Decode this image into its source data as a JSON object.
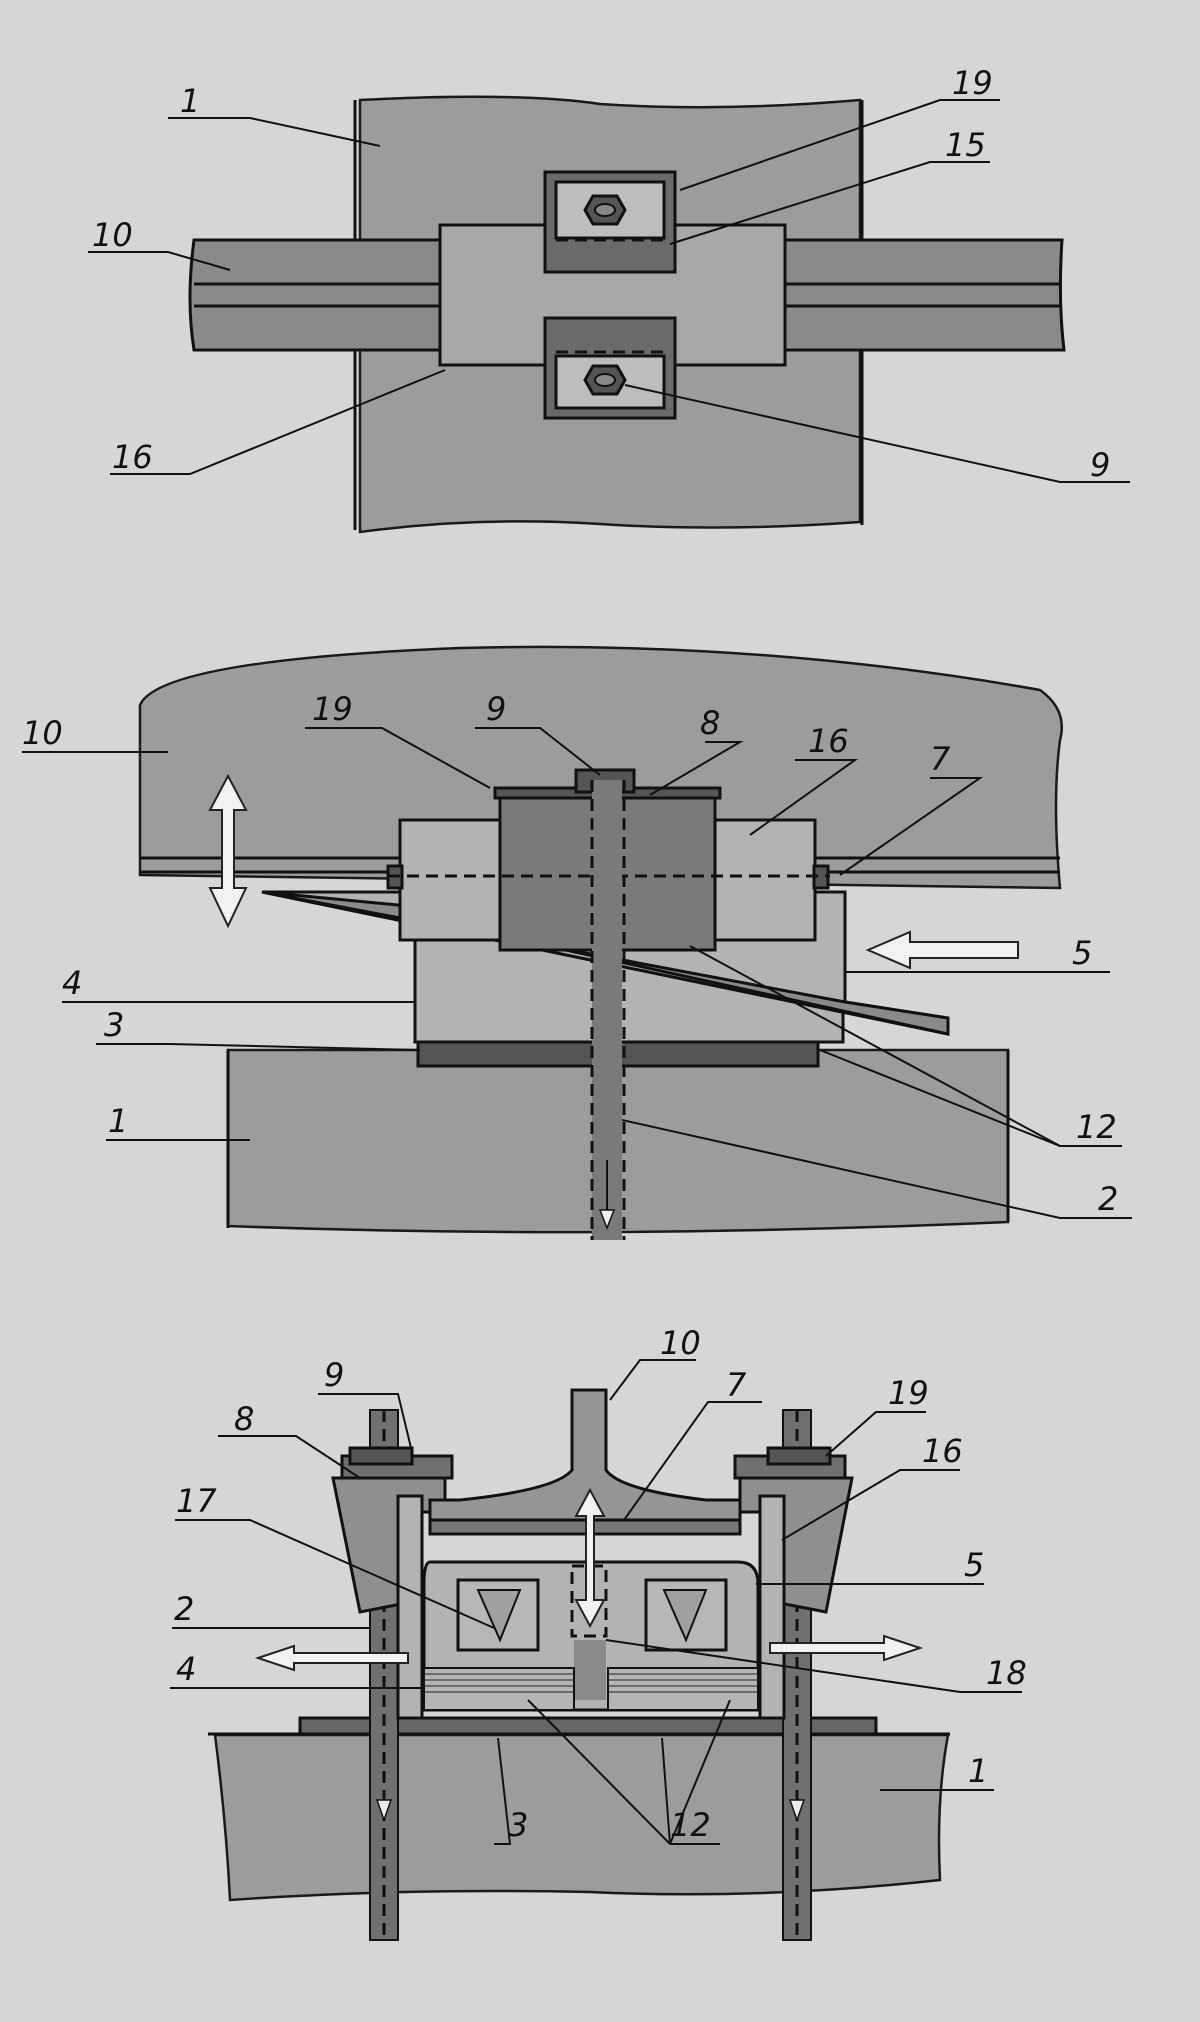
{
  "colors": {
    "background": "#d6d6d6",
    "stone": "#9c9c9c",
    "steel": "#8a8a8a",
    "steel_dark": "#555555",
    "line": "#111111"
  },
  "figures": [
    {
      "labels": {
        "l1": "1",
        "l19": "19",
        "l15": "15",
        "l10": "10",
        "l16": "16",
        "l9": "9"
      }
    },
    {
      "labels": {
        "l10": "10",
        "l19": "19",
        "l9": "9",
        "l8": "8",
        "l16": "16",
        "l7": "7",
        "l5": "5",
        "l4": "4",
        "l3": "3",
        "l1": "1",
        "l12": "12",
        "l2": "2"
      }
    },
    {
      "labels": {
        "l10": "10",
        "l9": "9",
        "l7": "7",
        "l19": "19",
        "l8": "8",
        "l16": "16",
        "l17": "17",
        "l5": "5",
        "l2": "2",
        "l4": "4",
        "l18": "18",
        "l1": "1",
        "l3": "3",
        "l12": "12"
      }
    }
  ]
}
